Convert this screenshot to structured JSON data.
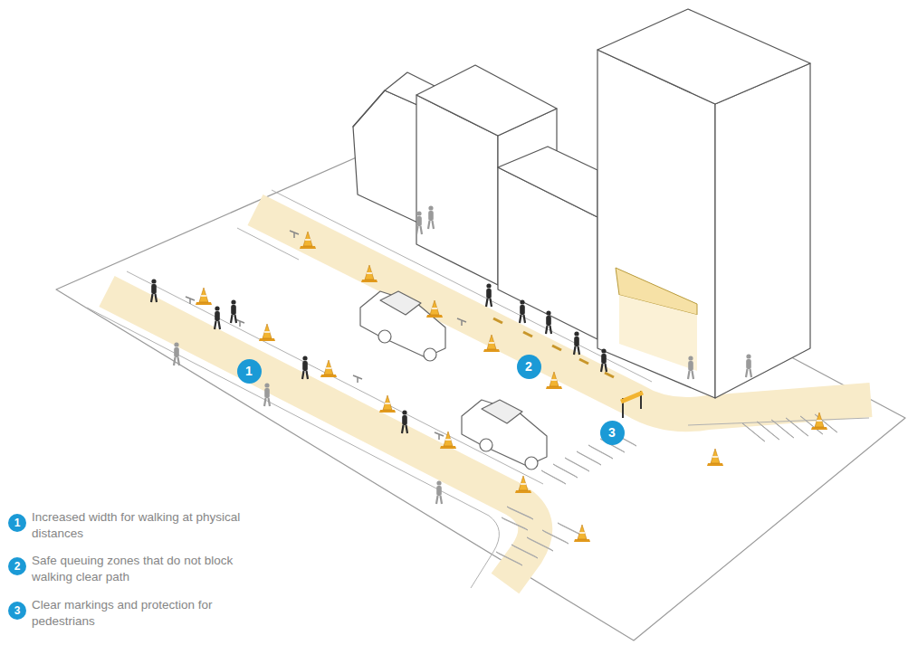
{
  "diagram": {
    "nodes": [
      {
        "text": [
          "1"
        ]
      },
      {
        "text": [
          "2"
        ]
      },
      {
        "text": [
          "3"
        ]
      },
      {
        "text": [
          "1",
          "Increased width for walking at physical distances"
        ]
      },
      {
        "text": [
          "2",
          "Safe queuing zones that do not block walking clear path"
        ]
      },
      {
        "text": [
          "3",
          "Clear markings and protection for pedestrians"
        ]
      }
    ]
  }
}
